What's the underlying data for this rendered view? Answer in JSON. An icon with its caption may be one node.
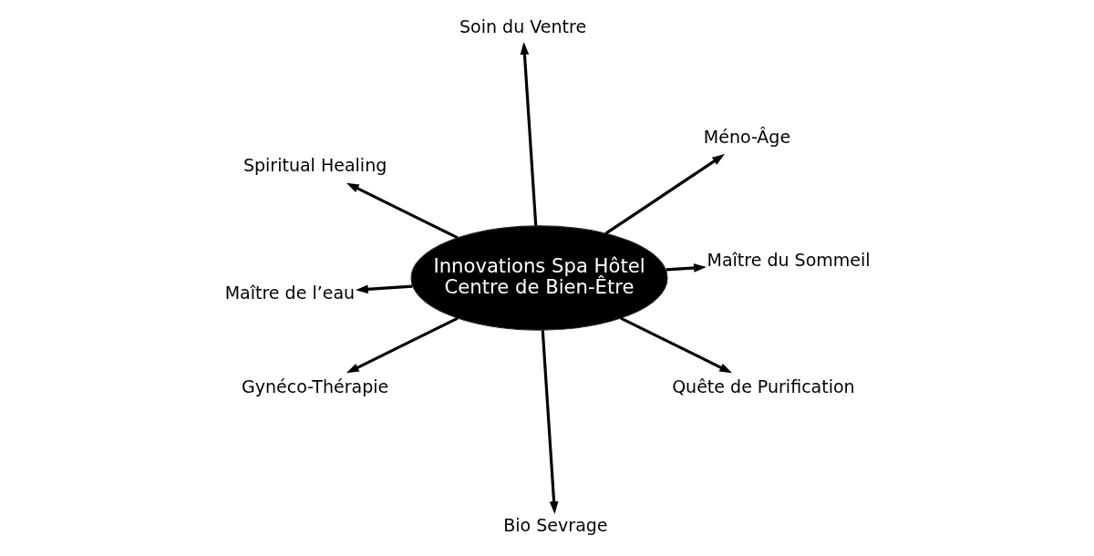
{
  "diagram": {
    "nodes": [
      {
        "text": [
          "Soin du Ventre"
        ]
      },
      {
        "text": [
          "Spiritual Healing"
        ]
      },
      {
        "text": [
          "Méno-Âge"
        ]
      },
      {
        "text": [
          "Maître de l’eau"
        ]
      },
      {
        "text": [
          "Innovations Spa Hôtel Centre de Bien-Être"
        ]
      },
      {
        "text": [
          "Maître du Sommeil"
        ]
      },
      {
        "text": [
          "Gynéco-Thérapie"
        ]
      },
      {
        "text": [
          "Quête de Purification"
        ]
      },
      {
        "text": [
          "Bio Sevrage"
        ]
      }
    ],
    "edges": [
      {
        "from": 4,
        "to": 0,
        "arrow": "to"
      },
      {
        "from": 4,
        "to": 1,
        "arrow": "to"
      },
      {
        "from": 4,
        "to": 2,
        "arrow": "to"
      },
      {
        "from": 4,
        "to": 3,
        "arrow": "to"
      },
      {
        "from": 4,
        "to": 5,
        "arrow": "to"
      },
      {
        "from": 4,
        "to": 6,
        "arrow": "to"
      },
      {
        "from": 4,
        "to": 7,
        "arrow": "to"
      },
      {
        "from": 4,
        "to": 8,
        "arrow": "to"
      }
    ]
  }
}
